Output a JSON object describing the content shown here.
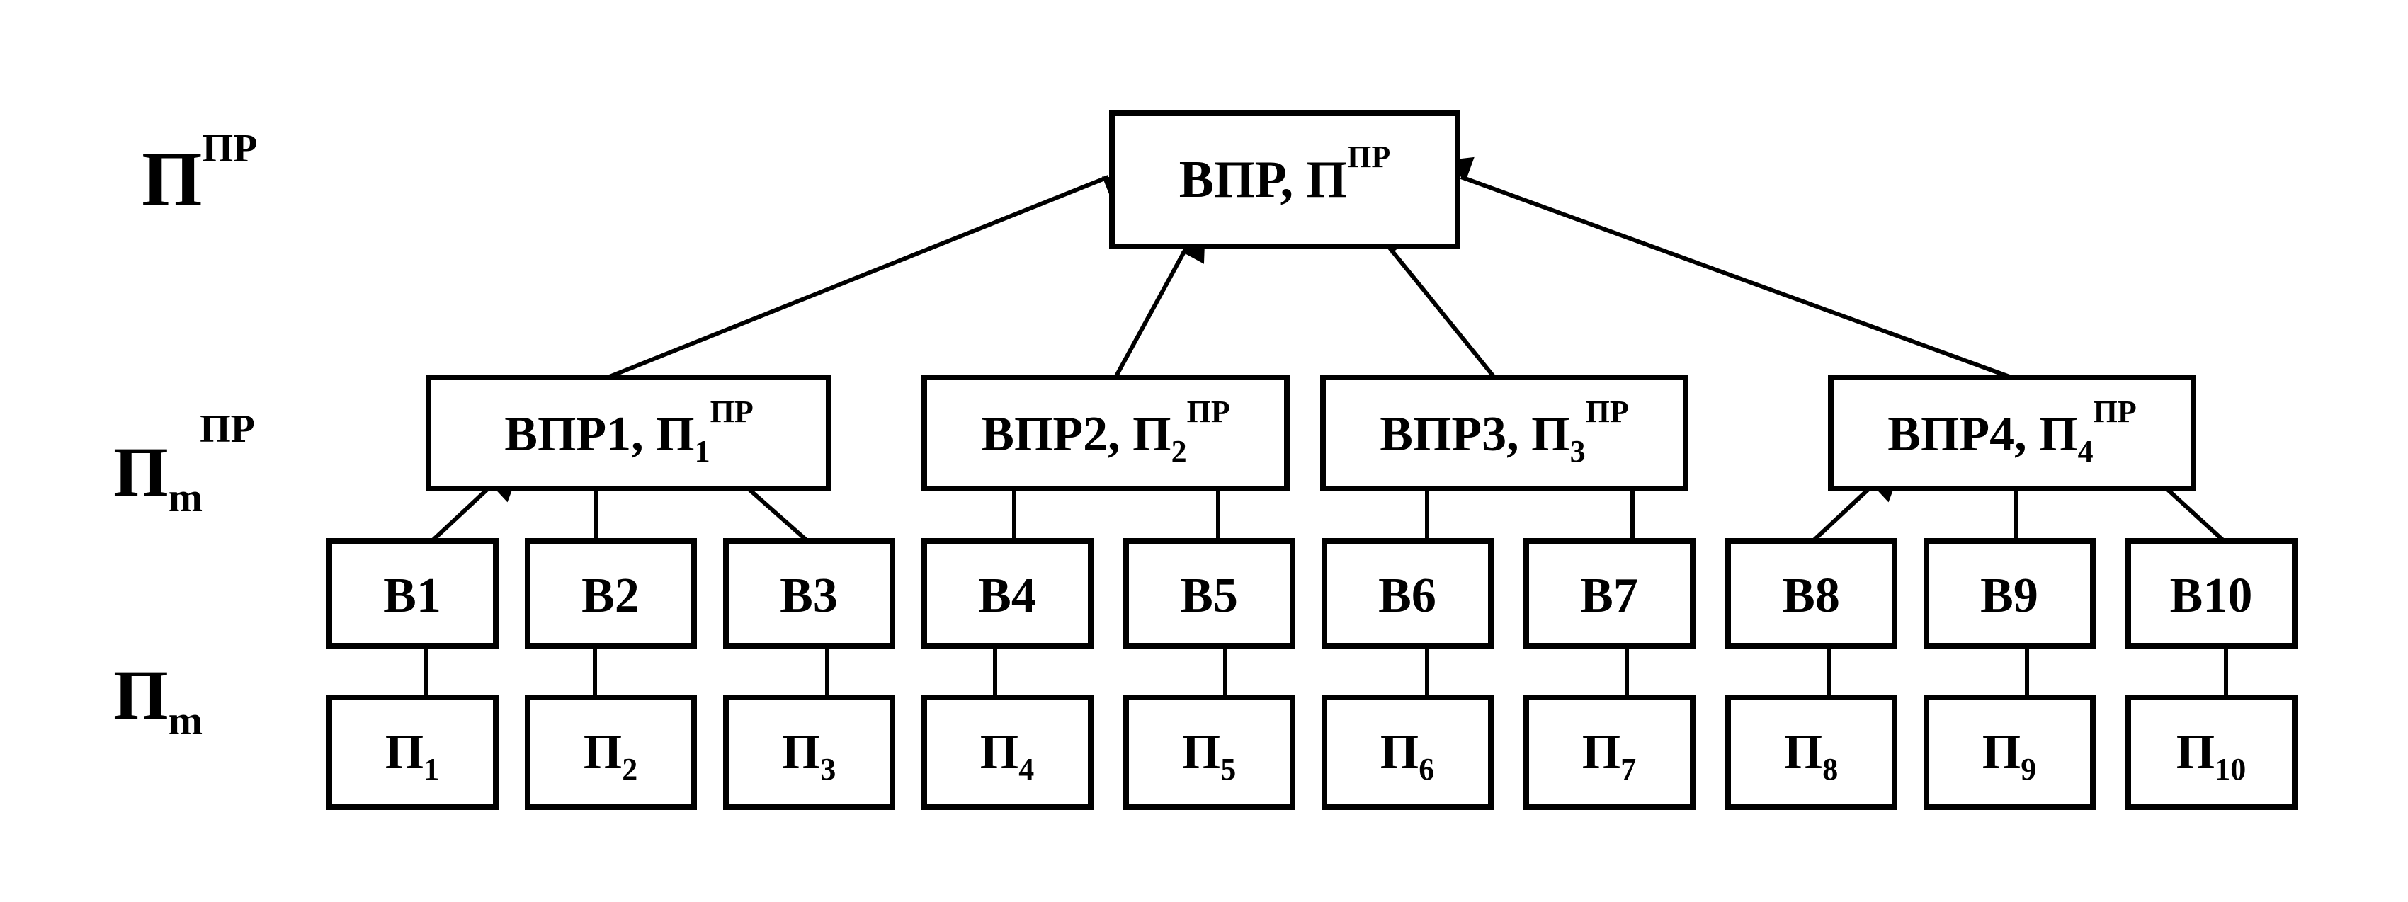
{
  "levels": {
    "top": {
      "main": "П",
      "sup": "ПР"
    },
    "middle": {
      "main": "П",
      "sub": "m",
      "sup": "ПР"
    },
    "bottom": {
      "main": "П",
      "sub": "m"
    }
  },
  "root": {
    "main": "ВПР, П",
    "sup": "ПР"
  },
  "groups": [
    {
      "main": "ВПР1, П",
      "sub": "1",
      "sup": "ПР"
    },
    {
      "main": "ВПР2, П",
      "sub": "2",
      "sup": "ПР"
    },
    {
      "main": "ВПР3, П",
      "sub": "3",
      "sup": "ПР"
    },
    {
      "main": "ВПР4, П",
      "sub": "4",
      "sup": "ПР"
    }
  ],
  "items": [
    {
      "label": "B1",
      "param": {
        "main": "П",
        "sub": "1"
      }
    },
    {
      "label": "B2",
      "param": {
        "main": "П",
        "sub": "2"
      }
    },
    {
      "label": "B3",
      "param": {
        "main": "П",
        "sub": "3"
      }
    },
    {
      "label": "B4",
      "param": {
        "main": "П",
        "sub": "4"
      }
    },
    {
      "label": "B5",
      "param": {
        "main": "П",
        "sub": "5"
      }
    },
    {
      "label": "B6",
      "param": {
        "main": "П",
        "sub": "6"
      }
    },
    {
      "label": "B7",
      "param": {
        "main": "П",
        "sub": "7"
      }
    },
    {
      "label": "B8",
      "param": {
        "main": "П",
        "sub": "8"
      }
    },
    {
      "label": "B9",
      "param": {
        "main": "П",
        "sub": "9"
      }
    },
    {
      "label": "B10",
      "param": {
        "main": "П",
        "sub": "10"
      }
    }
  ]
}
